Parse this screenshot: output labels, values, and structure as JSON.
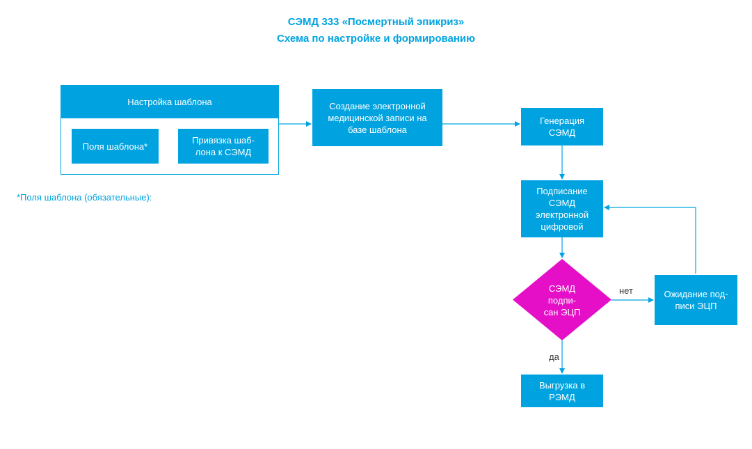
{
  "header": {
    "title": "СЭМД 333 «Посмертный эпикриз»",
    "subtitle": "Схема по настройке и формированию"
  },
  "nodes": {
    "template_setup": "Настройка шаблона",
    "template_fields": "Поля шаблона*",
    "template_binding": "Привязка шаб-\nлона к СЭМД",
    "create_record": "Создание электронной\nмедицинской записи на\nбазе шаблона",
    "generate": "Генерация\nСЭМД",
    "sign": "Подписание\nСЭМД\nэлектронной\nцифровой",
    "signed_check": "СЭМД\nподпи-\nсан ЭЦП",
    "wait_sign": "Ожидание под-\nписи ЭЦП",
    "upload": "Выгрузка в\nРЭМД"
  },
  "edges": {
    "no_label": "нет",
    "yes_label": "да"
  },
  "footnote": "*Поля шаблона (обязательные):",
  "colors": {
    "accent": "#00A3E0",
    "decision": "#E60FC8",
    "text": "#ffffff",
    "edge_label": "#3b3b3b"
  }
}
